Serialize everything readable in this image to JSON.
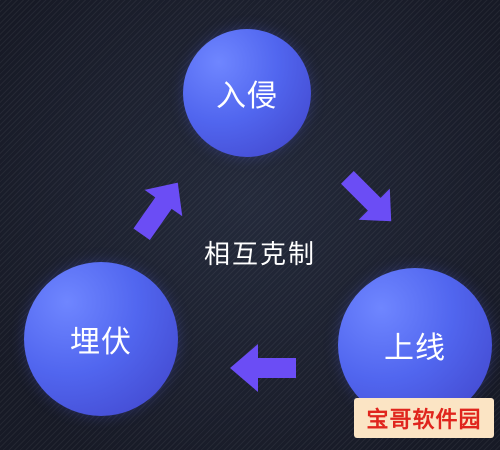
{
  "diagram": {
    "nodes": {
      "top": "入侵",
      "right": "上线",
      "left": "埋伏"
    },
    "center_label": "相互克制"
  },
  "watermark": {
    "text": "宝哥软件园"
  },
  "colors": {
    "background": "#1b1f2d",
    "node": "#5166ef",
    "arrow": "#6b4df5",
    "text": "#ffffff",
    "watermark_bg": "#fbe4c4",
    "watermark_text": "#e0251d"
  }
}
